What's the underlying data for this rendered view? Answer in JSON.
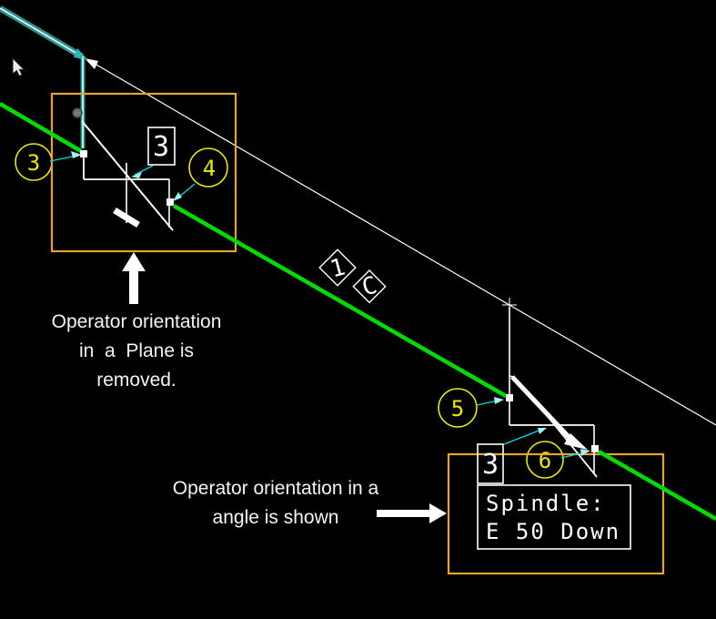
{
  "viewport": {
    "description": "CAD wireframe viewport, black background"
  },
  "colors": {
    "background": "#000000",
    "geometry_green": "#00dc00",
    "group_box_orange": "#e6a32e",
    "balloon_yellow": "#eaea00",
    "leader_cyan": "#00dede",
    "selection_teal": "#2e8f8f",
    "selection_core": "#d8ffff",
    "geometry_white": "#ffffff",
    "node_gray": "#6f7878"
  },
  "balloons": [
    {
      "label": "3"
    },
    {
      "label": "4"
    },
    {
      "label": "5"
    },
    {
      "label": "6"
    }
  ],
  "flag_squares": [
    {
      "label": "3"
    },
    {
      "label": "3"
    }
  ],
  "rotated_labels": [
    {
      "label": "1"
    },
    {
      "label": "C"
    }
  ],
  "spindle_note": {
    "line1": "Spindle:",
    "line2": "E 50 Down"
  },
  "annotations": {
    "plane_removed": {
      "line1": "Operator orientation",
      "line2": "in  a  Plane is",
      "line3": "removed."
    },
    "angle_shown": {
      "line1": "Operator orientation in a",
      "line2": "angle is shown"
    }
  }
}
